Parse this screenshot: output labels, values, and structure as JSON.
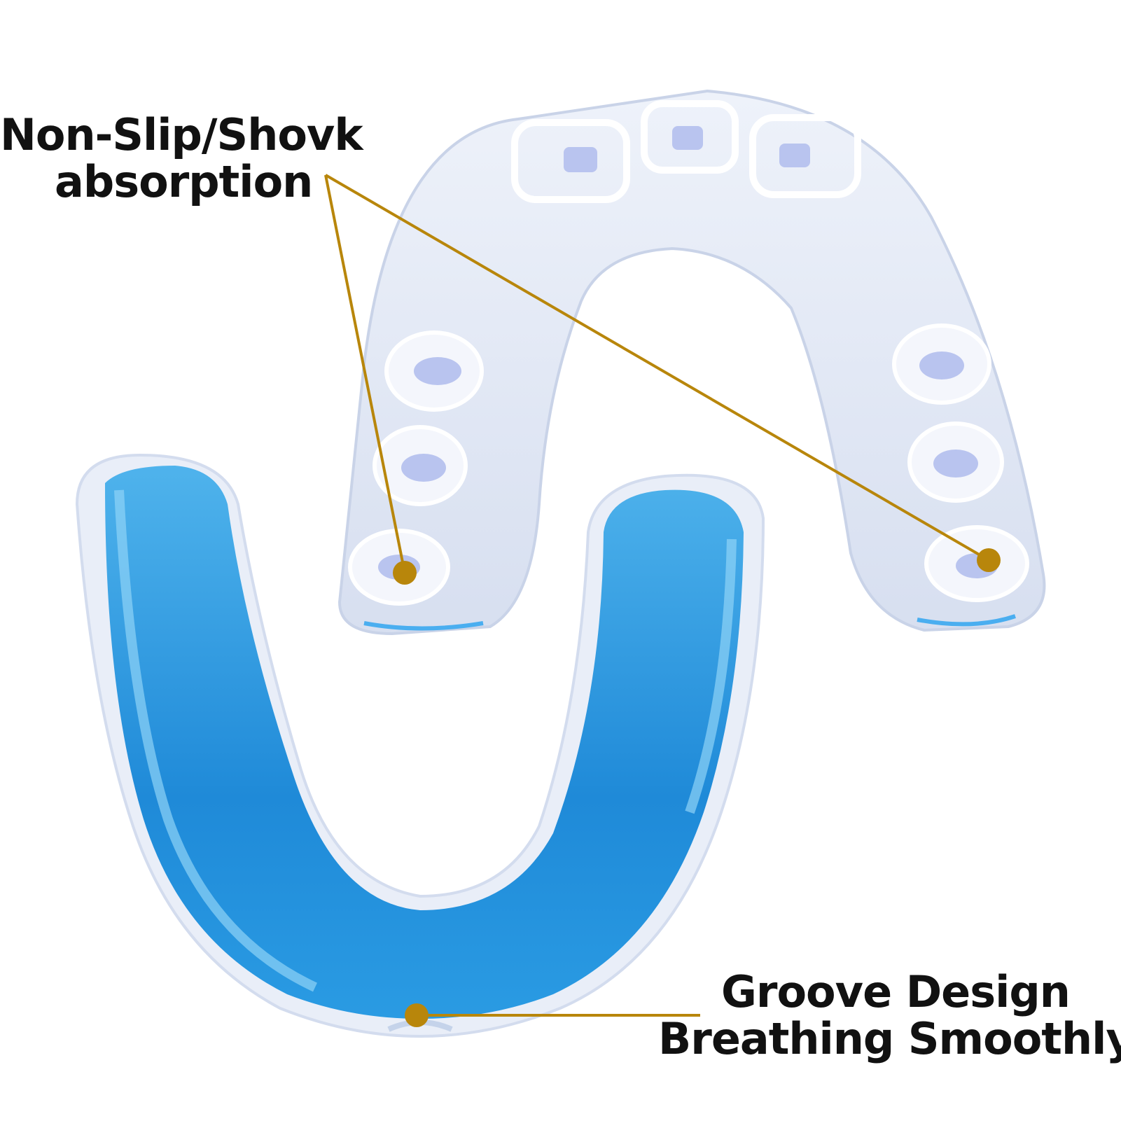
{
  "callouts": {
    "top": {
      "line1": "Non-Slip/Shovk",
      "line2": "absorption"
    },
    "bottom": {
      "line1": "Groove Design",
      "line2": "Breathing Smoothly"
    }
  },
  "colors": {
    "background": "#ffffff",
    "pointer": "#b8860b",
    "tray_clear": "#dfe6f4",
    "gel_blue": "#1e8fdd",
    "gel_light": "#6fc4f0",
    "text": "#111111"
  },
  "objects": [
    "upper-mouthguard-clear",
    "lower-mouthguard-blue-gel"
  ]
}
